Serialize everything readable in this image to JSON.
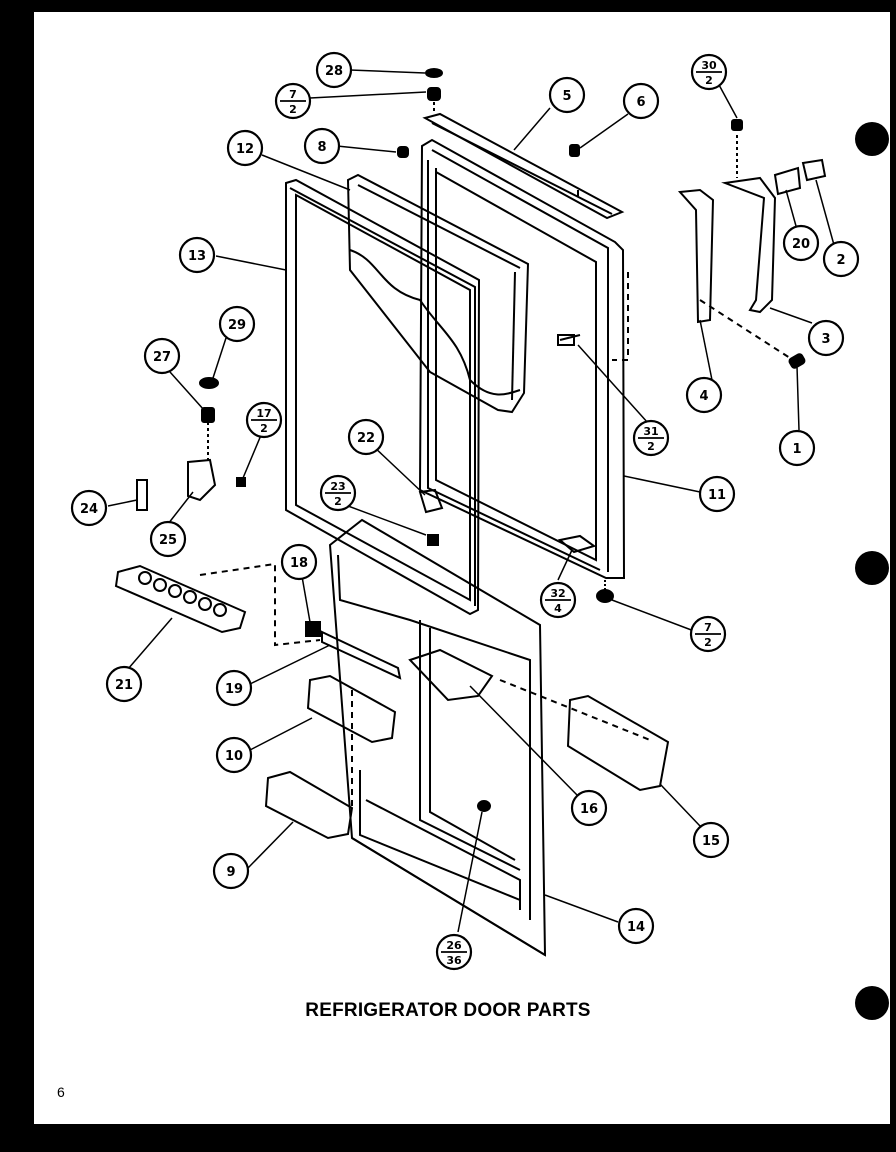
{
  "title": "REFRIGERATOR DOOR PARTS",
  "page_number": "6",
  "callouts": [
    {
      "id": "c1",
      "top": "1"
    },
    {
      "id": "c2",
      "top": "2"
    },
    {
      "id": "c3",
      "top": "3"
    },
    {
      "id": "c4",
      "top": "4"
    },
    {
      "id": "c5",
      "top": "5"
    },
    {
      "id": "c6",
      "top": "6"
    },
    {
      "id": "c7a",
      "top": "7",
      "bottom": "2"
    },
    {
      "id": "c7b",
      "top": "7",
      "bottom": "2"
    },
    {
      "id": "c8",
      "top": "8"
    },
    {
      "id": "c9",
      "top": "9"
    },
    {
      "id": "c10",
      "top": "10"
    },
    {
      "id": "c11",
      "top": "11"
    },
    {
      "id": "c12",
      "top": "12"
    },
    {
      "id": "c13",
      "top": "13"
    },
    {
      "id": "c14",
      "top": "14"
    },
    {
      "id": "c15",
      "top": "15"
    },
    {
      "id": "c16",
      "top": "16"
    },
    {
      "id": "c17",
      "top": "17",
      "bottom": "2"
    },
    {
      "id": "c18",
      "top": "18"
    },
    {
      "id": "c19",
      "top": "19"
    },
    {
      "id": "c20",
      "top": "20"
    },
    {
      "id": "c21",
      "top": "21"
    },
    {
      "id": "c22",
      "top": "22"
    },
    {
      "id": "c23",
      "top": "23",
      "bottom": "2"
    },
    {
      "id": "c24",
      "top": "24"
    },
    {
      "id": "c25",
      "top": "25"
    },
    {
      "id": "c26",
      "top": "26",
      "bottom": "36"
    },
    {
      "id": "c27",
      "top": "27"
    },
    {
      "id": "c28",
      "top": "28"
    },
    {
      "id": "c29",
      "top": "29"
    },
    {
      "id": "c30",
      "top": "30",
      "bottom": "2"
    },
    {
      "id": "c31",
      "top": "31",
      "bottom": "2"
    },
    {
      "id": "c32",
      "top": "32",
      "bottom": "4"
    }
  ]
}
